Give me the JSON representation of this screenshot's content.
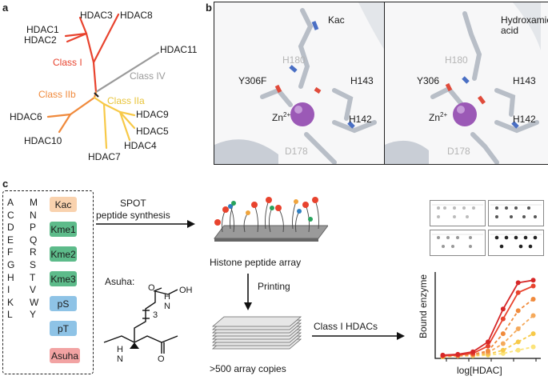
{
  "panels": {
    "a": {
      "letter": "a"
    },
    "b": {
      "letter": "b"
    },
    "c": {
      "letter": "c"
    }
  },
  "colors": {
    "class1": "#e8432e",
    "class2b": "#f08a3c",
    "class2a": "#f7c948",
    "class4": "#9a9a9a",
    "green": "#5dbb8a",
    "blue": "#8ec3e6",
    "peach": "#f9d2ae",
    "pink": "#f2a3a3",
    "sphere": "#9b59b6"
  },
  "tree": {
    "leaves": [
      "HDAC3",
      "HDAC8",
      "HDAC1",
      "HDAC2",
      "HDAC11",
      "HDAC6",
      "HDAC10",
      "HDAC9",
      "HDAC5",
      "HDAC4",
      "HDAC7"
    ],
    "classes": [
      "Class I",
      "Class IV",
      "Class IIb",
      "Class IIa"
    ]
  },
  "structures": {
    "left": {
      "ligand": "Kac",
      "residues": [
        "H180",
        "Y306F",
        "H143",
        "H142",
        "D178"
      ],
      "ion": "Zn",
      "ion_charge": "2+"
    },
    "right": {
      "ligand_line1": "Hydroxamic",
      "ligand_line2": "acid",
      "residues": [
        "H180",
        "Y306",
        "H143",
        "H142",
        "D178"
      ],
      "ion": "Zn",
      "ion_charge": "2+"
    }
  },
  "building_blocks": {
    "amino_acids_col1": [
      "A",
      "C",
      "D",
      "E",
      "F",
      "G",
      "H",
      "I",
      "K",
      "L"
    ],
    "amino_acids_col2": [
      "M",
      "N",
      "P",
      "Q",
      "R",
      "S",
      "T",
      "V",
      "W",
      "Y"
    ],
    "modified": [
      {
        "label": "Kac",
        "color": "#f9d2ae"
      },
      {
        "label": "Kme1",
        "color": "#5dbb8a"
      },
      {
        "label": "Kme2",
        "color": "#5dbb8a"
      },
      {
        "label": "Kme3",
        "color": "#5dbb8a"
      },
      {
        "label": "pS",
        "color": "#8ec3e6"
      },
      {
        "label": "pT",
        "color": "#8ec3e6"
      },
      {
        "label": "Asuha",
        "color": "#f2a3a3"
      }
    ]
  },
  "workflow": {
    "spot_line1": "SPOT",
    "spot_line2": "peptide synthesis",
    "array_caption": "Histone peptide array",
    "printing": "Printing",
    "asuha_label": "Asuha:",
    "copies_caption": ">500 array copies",
    "hdac_step": "Class I HDACs",
    "subscript_3": "3",
    "atom_H": "H",
    "atom_O": "O",
    "atom_N": "N",
    "atom_OH": "OH"
  },
  "chart_data": {
    "type": "line",
    "xlabel": "log[HDAC]",
    "ylabel": "Bound enzyme",
    "x": [
      1,
      2,
      3,
      4,
      5,
      6,
      7
    ],
    "series": [
      {
        "values": [
          0.04,
          0.05,
          0.08,
          0.2,
          0.6,
          0.92,
          0.95
        ],
        "color": "#d62728",
        "dash": false
      },
      {
        "values": [
          0.03,
          0.04,
          0.06,
          0.15,
          0.48,
          0.8,
          0.88
        ],
        "color": "#e8432e",
        "dash": false
      },
      {
        "values": [
          0.03,
          0.04,
          0.05,
          0.09,
          0.3,
          0.58,
          0.72
        ],
        "color": "#f08a3c",
        "dash": true
      },
      {
        "values": [
          0.03,
          0.03,
          0.04,
          0.07,
          0.18,
          0.36,
          0.52
        ],
        "color": "#f5a95a",
        "dash": true
      },
      {
        "values": [
          0.02,
          0.03,
          0.04,
          0.05,
          0.1,
          0.2,
          0.3
        ],
        "color": "#f7c948",
        "dash": true
      },
      {
        "values": [
          0.02,
          0.03,
          0.03,
          0.04,
          0.06,
          0.1,
          0.14
        ],
        "color": "#fbe37a",
        "dash": true
      }
    ],
    "ylim": [
      0,
      1.05
    ],
    "xlim": [
      0.5,
      7.5
    ]
  }
}
